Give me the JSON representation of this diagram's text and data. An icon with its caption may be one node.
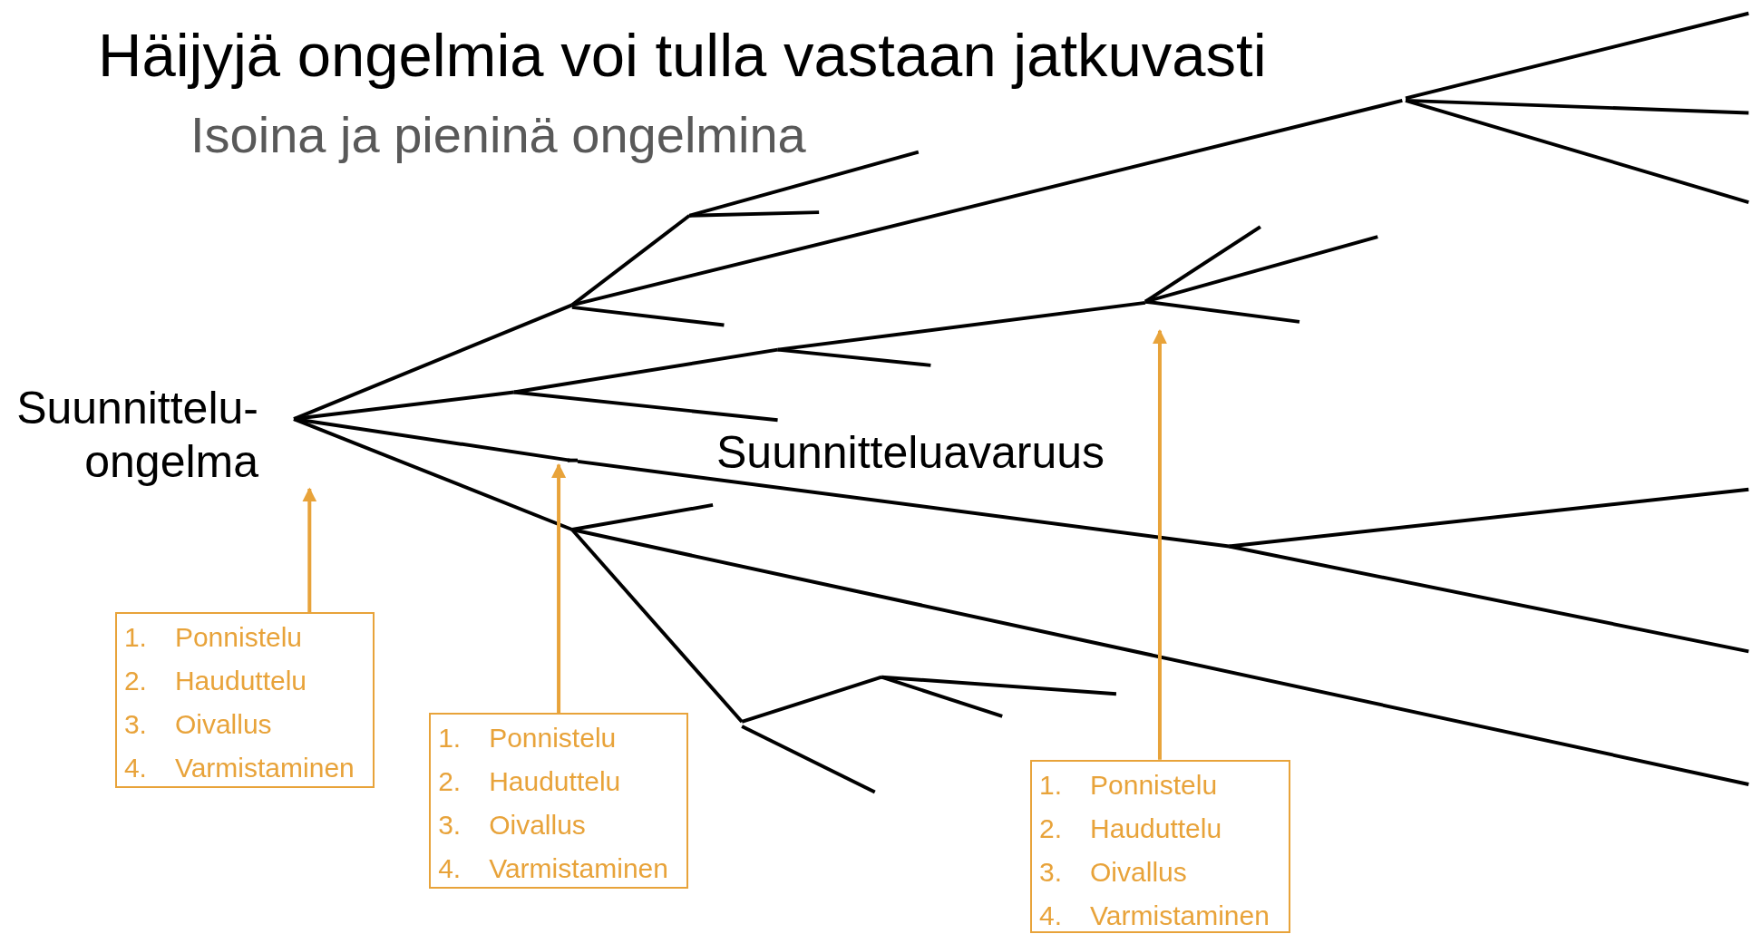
{
  "diagram": {
    "title": "Häijyjä ongelmia voi tulla vastaan jatkuvasti",
    "nodes": [
      {
        "text": [
          "Suunnittelu- ongelma"
        ]
      },
      {
        "text": [
          "1. Ponnistelu",
          "2. Hauduttelu",
          "3. Oivallus",
          "4. Varmistaminen"
        ]
      },
      {
        "text": [
          "1. Ponnistelu",
          "2. Hauduttelu",
          "3. Oivallus",
          "4. Varmistaminen"
        ]
      },
      {
        "text": [
          "1. Ponnistelu",
          "2. Hauduttelu",
          "3. Oivallus",
          "4. Varmistaminen"
        ]
      }
    ],
    "edges": [
      {
        "from": 1,
        "to": 0,
        "arrow": "to"
      },
      {
        "from": 2,
        "to": null,
        "arrow": "to"
      },
      {
        "from": 3,
        "to": null,
        "arrow": "to"
      }
    ],
    "labels": [
      "Isoina ja pieninä ongelmina",
      "Suunnitteluavaruus"
    ]
  }
}
